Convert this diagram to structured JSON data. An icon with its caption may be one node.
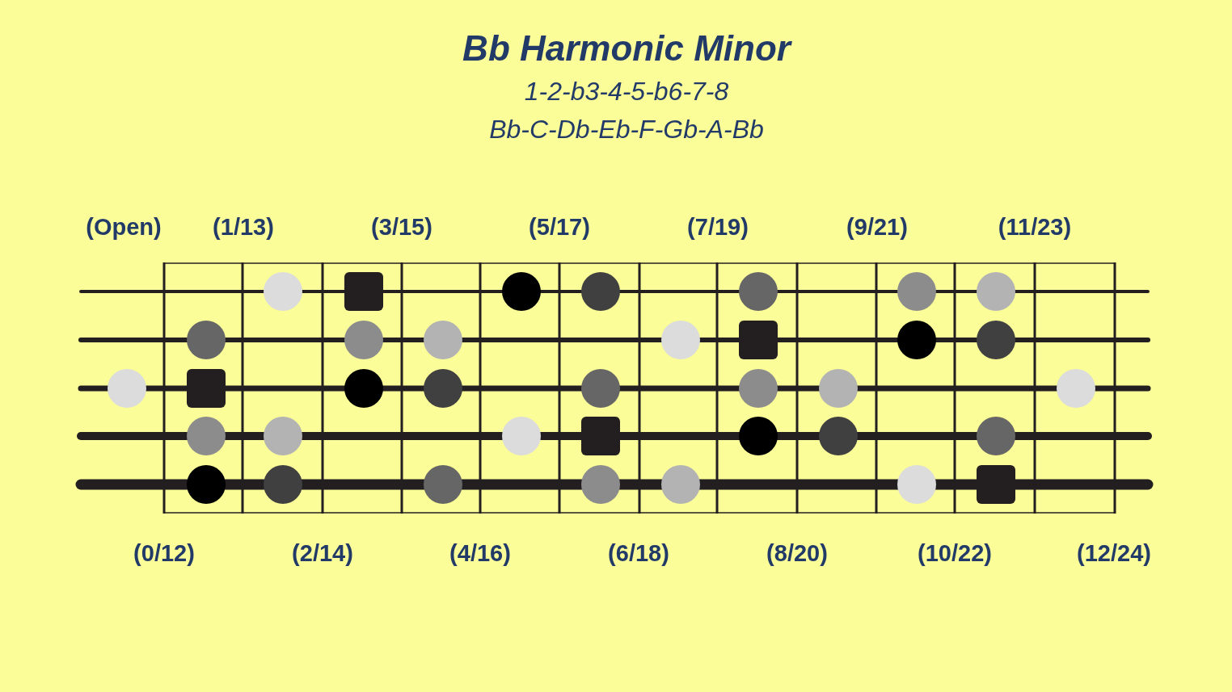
{
  "diagram": {
    "title": "Bb Harmonic Minor",
    "labels": [
      "1-2-b3-4-5-b6-7-8",
      "Bb-C-Db-Eb-F-Gb-A-Bb",
      "(Open)",
      "(1/13)",
      "(3/15)",
      "(5/17)",
      "(7/19)",
      "(9/21)",
      "(11/23)",
      "(0/12)",
      "(2/14)",
      "(4/16)",
      "(6/18)",
      "(8/20)",
      "(10/22)",
      "(12/24)"
    ]
  }
}
